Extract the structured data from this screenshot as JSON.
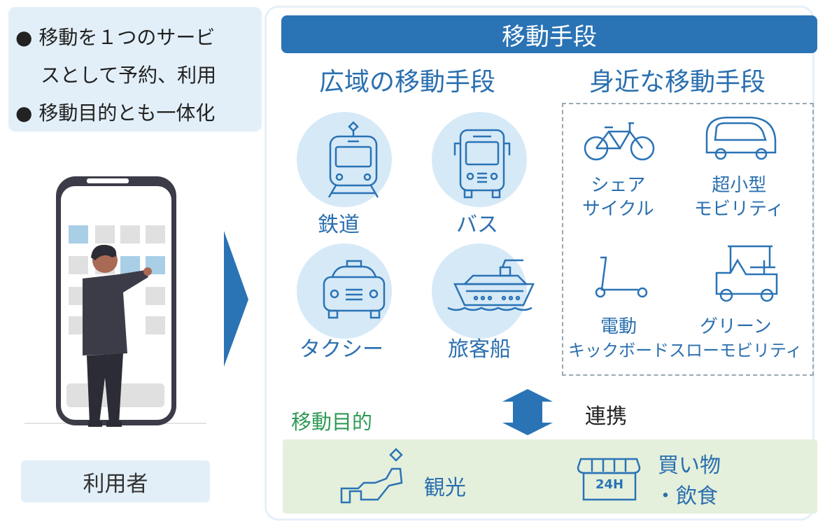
{
  "info": {
    "bullet": "●",
    "line1": "移動を１つのサービ",
    "line2": "スとして予約、利用",
    "line3": "移動目的とも一体化"
  },
  "user_label": "利用者",
  "header": "移動手段",
  "wide_title": "広域の移動手段",
  "near_title": "身近な移動手段",
  "wide_modes": [
    "鉄道",
    "バス",
    "タクシー",
    "旅客船"
  ],
  "near_modes": [
    {
      "line1": "シェア",
      "line2": "サイクル"
    },
    {
      "line1": "超小型",
      "line2": "モビリティ"
    },
    {
      "line1": "電動",
      "line2": "キックボード"
    },
    {
      "line1": "グリーン",
      "line2": "スローモビリティ"
    }
  ],
  "purpose_label": "移動目的",
  "link_label": "連携",
  "purposes": {
    "sightseeing": "観光",
    "shopping_line1": "買い物",
    "shopping_line2": "・飲食",
    "store_sign": "24H"
  },
  "colors": {
    "accent_blue": "#2a73b5",
    "light_blue": "#d6e9f7",
    "info_bg": "#e3eff8",
    "green_text": "#2f9a55",
    "green_bg": "#e4f0dc"
  }
}
